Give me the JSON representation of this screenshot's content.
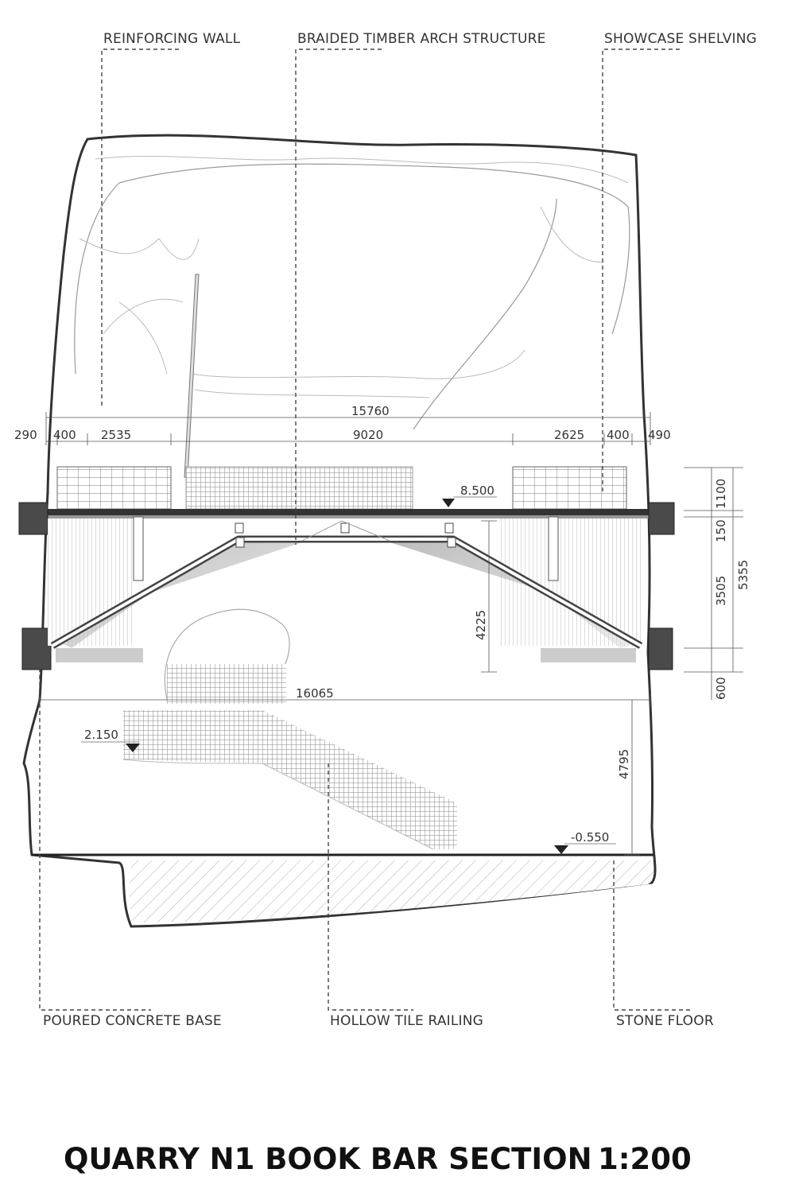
{
  "title": "QUARRY N1 BOOK BAR SECTION",
  "scale": "1:200",
  "labels": {
    "reinforcing_wall": "REINFORCING WALL",
    "timber_arch": "BRAIDED TIMBER ARCH STRUCTURE",
    "showcase_shelving": "SHOWCASE SHELVING",
    "poured_concrete_base": "POURED CONCRETE BASE",
    "hollow_tile_railing": "HOLLOW TILE RAILING",
    "stone_floor": "STONE FLOOR"
  },
  "dimensions": {
    "overall_top": "15760",
    "left_wall": "290",
    "left_shelf_gap": "400",
    "left_shelf": "2535",
    "center_span": "9020",
    "right_shelf": "2625",
    "right_shelf_gap": "400",
    "right_wall": "490",
    "lower_span": "16065",
    "railing_height": "1100",
    "deck_thickness": "150",
    "arch_height": "3505",
    "total_height": "5355",
    "base_thickness": "600",
    "arch_rise": "4225",
    "lower_height": "4795"
  },
  "levels": {
    "upper_deck": "8.500",
    "stair_landing": "2.150",
    "floor": "-0.550"
  },
  "colors": {
    "ink": "#333333",
    "wall_fill": "#4a4a4a",
    "background": "#ffffff"
  }
}
